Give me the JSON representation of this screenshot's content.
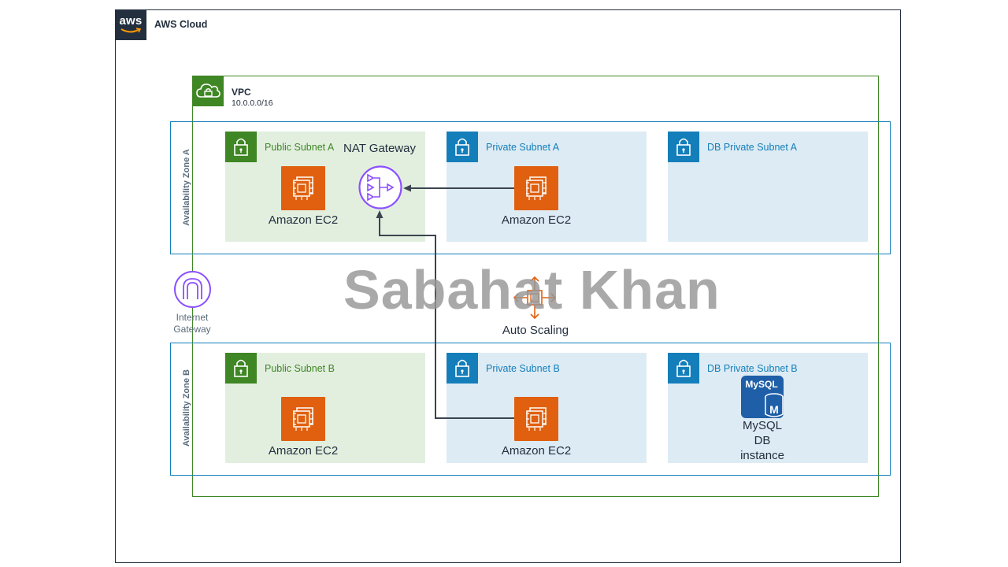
{
  "cloud": {
    "logo_text": "aws",
    "label": "AWS Cloud"
  },
  "vpc": {
    "label": "VPC",
    "cidr": "10.0.0.0/16"
  },
  "zones": {
    "a": "Availability Zone A",
    "b": "Availability Zone B"
  },
  "subnets": {
    "public_a": "Public Subnet A",
    "private_a": "Private Subnet A",
    "db_a": "DB Private Subnet A",
    "public_b": "Public Subnet B",
    "private_b": "Private Subnet B",
    "db_b": "DB Private Subnet B"
  },
  "resources": {
    "ec2_label": "Amazon EC2",
    "nat_label": "NAT Gateway",
    "igw_line1": "Internet",
    "igw_line2": "Gateway",
    "autoscaling_label": "Auto Scaling",
    "mysql_badge": "MySQL",
    "mysql_badge_m": "M",
    "mysql_line1": "MySQL",
    "mysql_line2": "DB",
    "mysql_line3": "instance"
  },
  "watermark": "Sabahat Khan",
  "colors": {
    "aws_dark": "#232f3e",
    "vpc_green": "#3f8624",
    "az_blue": "#147eba",
    "public_subnet_bg": "#e2efdf",
    "private_subnet_bg": "#ddebf4",
    "ec2_orange": "#e0600f",
    "nat_purple": "#8c4fff",
    "mysql_blue": "#1f5fa8"
  },
  "icons": {
    "cloud_logo": "aws-logo-icon",
    "vpc": "vpc-cloud-lock-icon",
    "subnet": "padlock-icon",
    "ec2": "ec2-chip-icon",
    "nat": "nat-gateway-icon",
    "igw": "internet-gateway-icon",
    "autoscaling": "auto-scaling-icon",
    "mysql": "mysql-db-icon"
  }
}
